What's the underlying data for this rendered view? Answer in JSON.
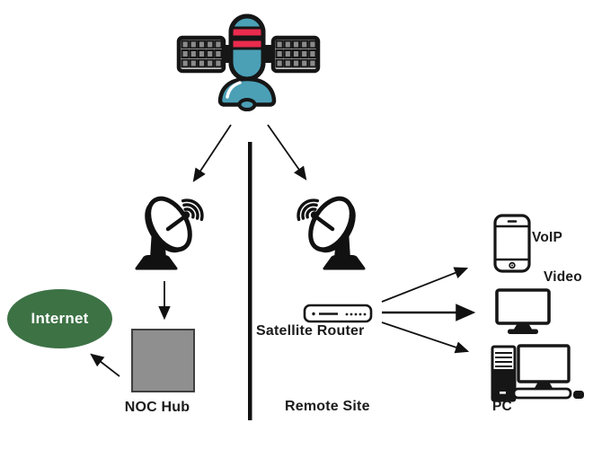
{
  "nodes": {
    "internet": "Internet",
    "noc_hub": "NOC Hub",
    "satellite_router": "Satellite Router",
    "remote_site": "Remote Site",
    "voip": "VoIP",
    "video": "Video",
    "pc": "PC"
  },
  "colors": {
    "canvas_bg": "#ffffff",
    "internet_fill": "#3d7245",
    "internet_text": "#ffffff",
    "noc_fill": "#8f8f8f",
    "noc_border": "#3f3f3f",
    "satellite_teal": "#4ba0b6",
    "satellite_stripe": "#ea2b4e",
    "panel_cell": "#8a8a8a",
    "line_color": "#111111",
    "label_text": "#1b1b1b"
  }
}
